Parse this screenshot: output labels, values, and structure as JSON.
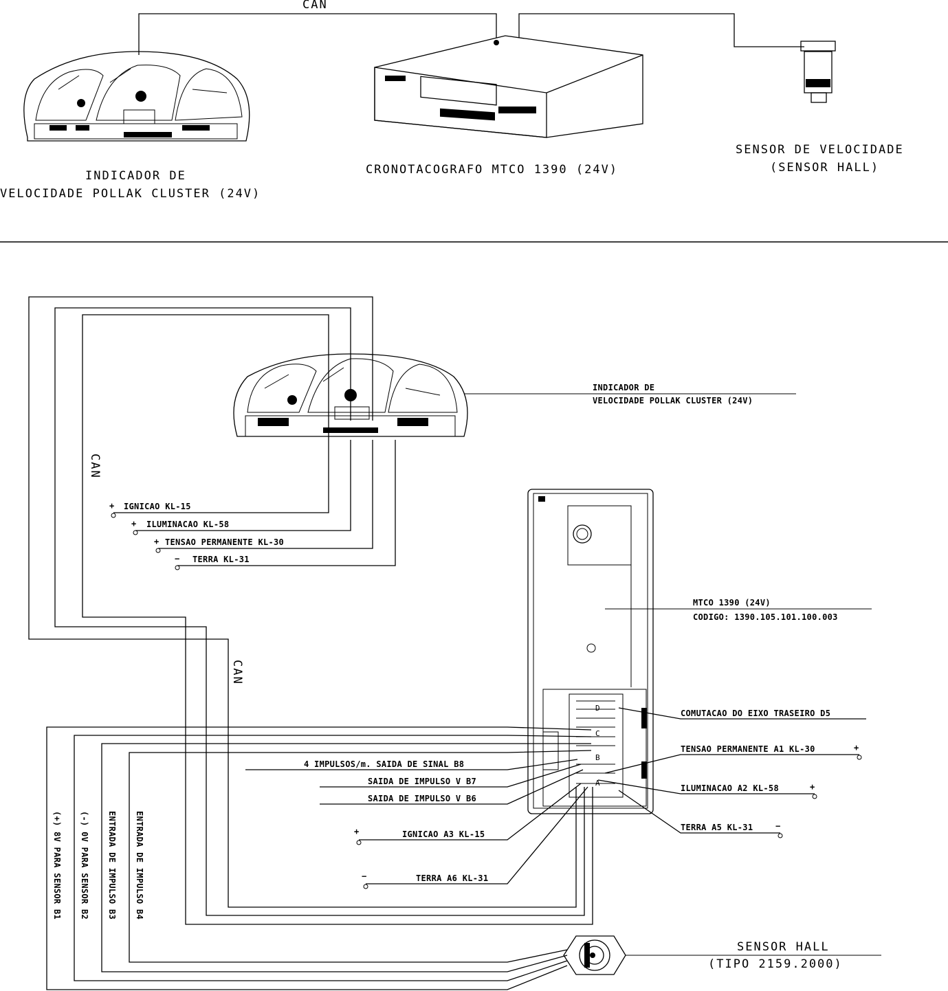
{
  "top": {
    "bus_label": "CAN",
    "cluster_caption": [
      "INDICADOR DE",
      "VELOCIDADE POLLAK CLUSTER (24V)"
    ],
    "tacho_caption": "CRONOTACOGRAFO MTCO 1390 (24V)",
    "sensor_caption": [
      "SENSOR DE VELOCIDADE",
      "(SENSOR HALL)"
    ]
  },
  "bottom": {
    "can_labels": [
      "CAN",
      "CAN"
    ],
    "cluster_caption": [
      "INDICADOR DE",
      "VELOCIDADE POLLAK CLUSTER (24V)"
    ],
    "mtco": [
      "MTCO 1390 (24V)",
      "CODIGO: 1390.105.101.100.003"
    ],
    "cluster_pins": [
      {
        "sign": "+",
        "text": "IGNICAO KL-15"
      },
      {
        "sign": "+",
        "text": "ILUMINACAO KL-58"
      },
      {
        "sign": "+",
        "text": "TENSAO PERMANENTE KL-30"
      },
      {
        "sign": "−",
        "text": "TERRA KL-31"
      }
    ],
    "left_pins": [
      "4 IMPULSOS/m. SAIDA DE SINAL B8",
      "SAIDA DE IMPULSO V B7",
      "SAIDA DE IMPULSO V B6"
    ],
    "left_power": [
      {
        "sign": "+",
        "text": "IGNICAO A3 KL-15"
      },
      {
        "sign": "−",
        "text": "TERRA A6 KL-31"
      }
    ],
    "right_pins": [
      {
        "text": "COMUTACAO DO EIXO TRASEIRO D5",
        "sign": ""
      },
      {
        "text": "TENSAO PERMANENTE A1 KL-30",
        "sign": "+"
      },
      {
        "text": "ILUMINACAO A2 KL-58",
        "sign": "+"
      },
      {
        "text": "TERRA A5 KL-31",
        "sign": "−"
      }
    ],
    "vertical_labels": [
      "(+) 8V PARA SENSOR B1",
      "(-) 0V PARA SENSOR B2",
      "ENTRADA DE IMPULSO B3",
      "ENTRADA DE IMPULSO B4"
    ],
    "connector_letters": [
      "D",
      "C",
      "B",
      "A"
    ],
    "sensor_caption": [
      "SENSOR HALL",
      "(TIPO 2159.2000)"
    ]
  }
}
